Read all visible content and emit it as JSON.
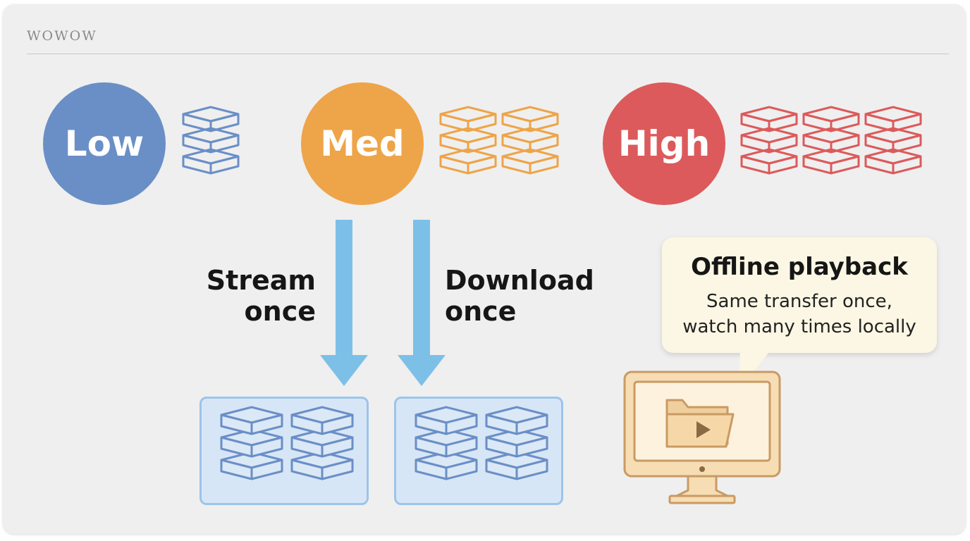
{
  "brand": "WOWOW",
  "levels": [
    {
      "label": "Low",
      "color": "#6a8fc7",
      "stacks": 1
    },
    {
      "label": "Med",
      "color": "#eea448",
      "stacks": 2
    },
    {
      "label": "High",
      "color": "#dc5a5b",
      "stacks": 3
    }
  ],
  "stack_colors": {
    "low": "#6a8fc7",
    "med": "#eea448",
    "high": "#dc5a5b",
    "dest": "#6a8fc7"
  },
  "flows": [
    {
      "line1": "Stream",
      "line2": "once"
    },
    {
      "line1": "Download",
      "line2": "once"
    }
  ],
  "arrow_color": "#7cc0e8",
  "callout": {
    "title": "Offline playback",
    "line1": "Same transfer once,",
    "line2": "watch many times locally"
  },
  "icons": {
    "monitor": "computer-monitor-icon",
    "folder": "video-folder-icon",
    "play": "play-icon"
  }
}
